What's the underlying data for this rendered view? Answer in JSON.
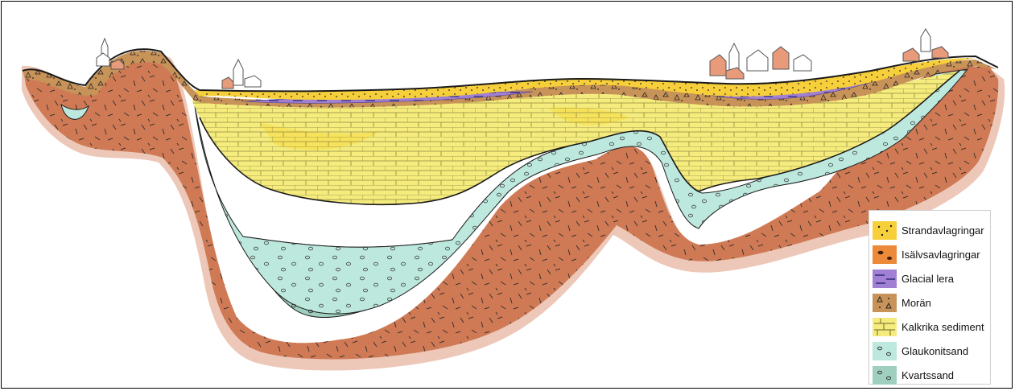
{
  "legend": {
    "items": [
      {
        "key": "strandavlagringar",
        "label": "Strandavlagringar",
        "color": "#f6cf3a",
        "pattern": "dots-icon"
      },
      {
        "key": "isalvsavlagringar",
        "label": "Isälvsavlagringar",
        "color": "#ec8a3a",
        "pattern": "pebbles-icon"
      },
      {
        "key": "glacial-lera",
        "label": "Glacial lera",
        "color": "#a17fd2",
        "pattern": "dashes-icon"
      },
      {
        "key": "moran",
        "label": "Morän",
        "color": "#c89358",
        "pattern": "triangles-icon"
      },
      {
        "key": "kalkrika-sediment",
        "label": "Kalkrika sediment",
        "color": "#f5ec7d",
        "pattern": "bricks-icon"
      },
      {
        "key": "glaukonitsand",
        "label": "Glaukonitsand",
        "color": "#bde8dd",
        "pattern": "circles-icon"
      },
      {
        "key": "kvartssand",
        "label": "Kvartssand",
        "color": "#9fd0bf",
        "pattern": "circles-icon"
      }
    ]
  },
  "colors": {
    "bedrock": "#cf7a55",
    "bedrock_dark": "#b9633e",
    "outline": "#1a1a1a",
    "house_roof": "#e89b7a"
  }
}
